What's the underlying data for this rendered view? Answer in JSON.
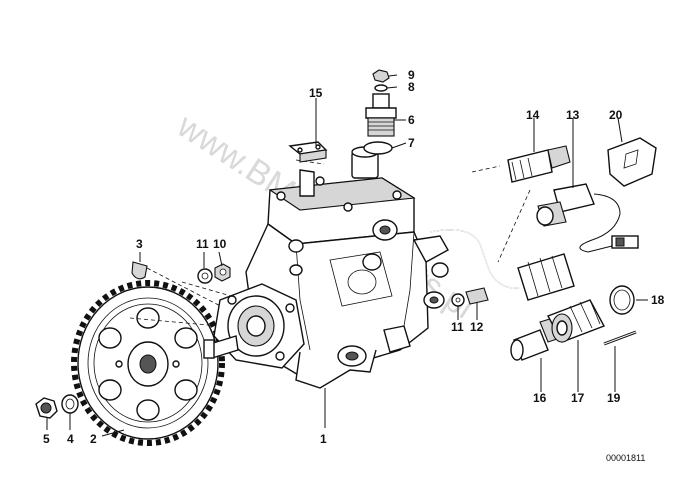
{
  "watermark": "www.BMWAutoparts.pl",
  "reference_number": "00001811",
  "callouts": [
    {
      "id": "c1",
      "text": "1"
    },
    {
      "id": "c2",
      "text": "2"
    },
    {
      "id": "c3",
      "text": "3"
    },
    {
      "id": "c4",
      "text": "4"
    },
    {
      "id": "c5",
      "text": "5"
    },
    {
      "id": "c6",
      "text": "6"
    },
    {
      "id": "c7",
      "text": "7"
    },
    {
      "id": "c8",
      "text": "8"
    },
    {
      "id": "c9",
      "text": "9"
    },
    {
      "id": "c10",
      "text": "10"
    },
    {
      "id": "c11a",
      "text": "11"
    },
    {
      "id": "c11b",
      "text": "11"
    },
    {
      "id": "c12",
      "text": "12"
    },
    {
      "id": "c13",
      "text": "13"
    },
    {
      "id": "c14",
      "text": "14"
    },
    {
      "id": "c15",
      "text": "15"
    },
    {
      "id": "c16",
      "text": "16"
    },
    {
      "id": "c17",
      "text": "17"
    },
    {
      "id": "c18",
      "text": "18"
    },
    {
      "id": "c19",
      "text": "19"
    },
    {
      "id": "c20",
      "text": "20"
    }
  ]
}
